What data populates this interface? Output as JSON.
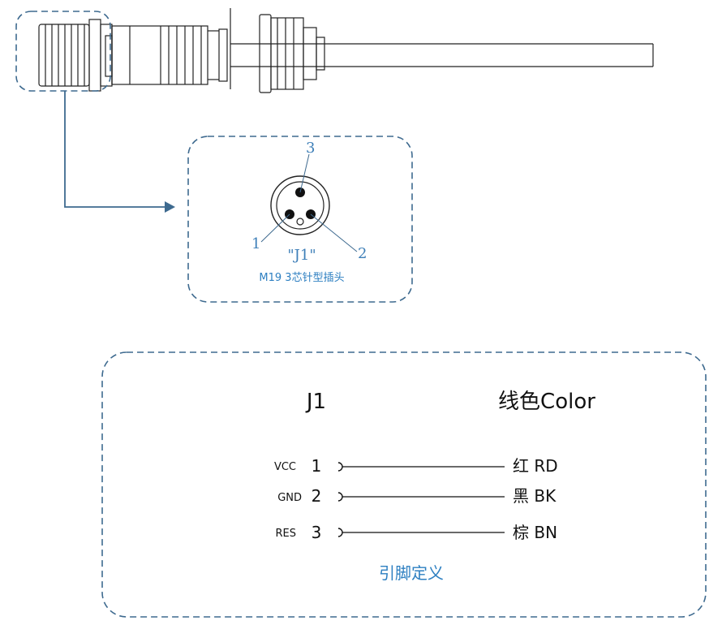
{
  "connector": {
    "label": "\"J1\"",
    "caption": "M19 3芯针型插头",
    "pins": [
      "1",
      "2",
      "3"
    ]
  },
  "table": {
    "col_connector": "J1",
    "col_color": "线色Color",
    "rows": [
      {
        "signal": "VCC",
        "pin": "1",
        "color": "红 RD"
      },
      {
        "signal": "GND",
        "pin": "2",
        "color": "黑 BK"
      },
      {
        "signal": "RES",
        "pin": "3",
        "color": "棕 BN"
      }
    ],
    "title": "引脚定义"
  },
  "colors": {
    "accent": "#3e6a8f",
    "label_blue": "#2d7fc1",
    "line": "#222222"
  }
}
